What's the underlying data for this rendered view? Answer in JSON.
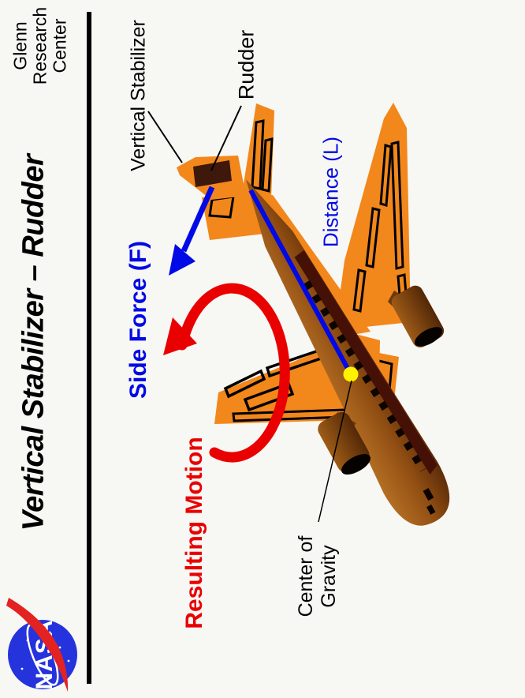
{
  "header": {
    "agency": [
      "Glenn",
      "Research",
      "Center"
    ],
    "title": "Vertical Stabilizer – Rudder"
  },
  "logo": {
    "text": "NASA"
  },
  "diagram": {
    "labels": {
      "vertical_stabilizer": "Vertical Stabilizer",
      "rudder": "Rudder",
      "side_force": "Side Force (F)",
      "distance": "Distance (L)",
      "resulting_motion": "Resulting  Motion",
      "center_of_gravity": [
        "Center of",
        "Gravity"
      ]
    },
    "colors": {
      "airplane_orange": "#F2871B",
      "fuselage_brown": "#8F4D12",
      "belly_stripe": "#451106",
      "rudder_patch": "#3E180B",
      "force_blue": "#0009E6",
      "motion_red": "#E90000",
      "cg_yellow": "#FFF200",
      "nasa_blue": "#2533DC",
      "swoosh_red": "#E32222",
      "background": "#F7F7F4"
    }
  }
}
